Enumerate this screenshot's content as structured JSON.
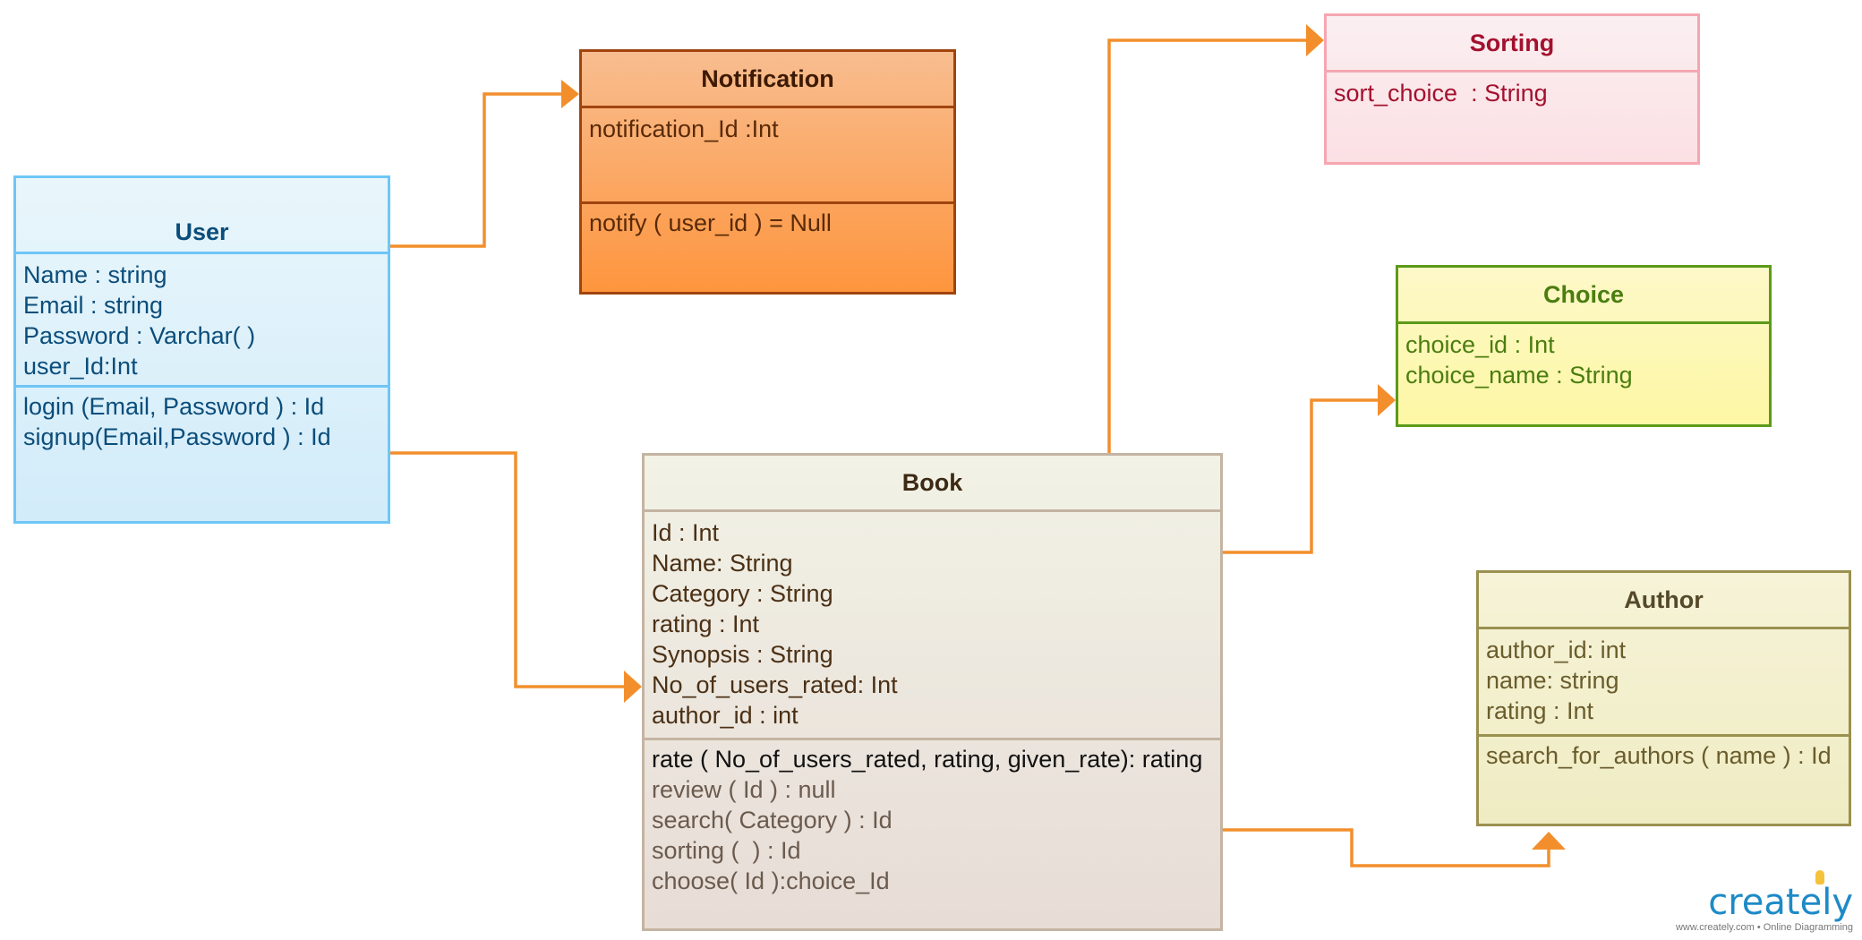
{
  "colors": {
    "connector": "#f28f2c"
  },
  "classes": {
    "user": {
      "name": "User",
      "attributes": [
        "Name : string",
        "Email : string",
        "Password : Varchar( )",
        "user_Id:Int"
      ],
      "methods": [
        "login (Email, Password ) : Id",
        "signup(Email,Password ) : Id"
      ]
    },
    "notification": {
      "name": "Notification",
      "attributes": [
        "notification_Id :Int"
      ],
      "methods": [
        "notify ( user_id ) = Null"
      ]
    },
    "sorting": {
      "name": "Sorting",
      "attributes": [
        "sort_choice  : String"
      ]
    },
    "choice": {
      "name": "Choice",
      "attributes": [
        "choice_id : Int",
        "choice_name : String"
      ]
    },
    "book": {
      "name": "Book",
      "attributes": [
        "Id : Int",
        "Name: String",
        "Category : String",
        "rating : Int",
        "Synopsis : String",
        "No_of_users_rated: Int",
        "author_id : int"
      ],
      "methods": [
        "rate ( No_of_users_rated, rating, given_rate): rating",
        "review ( Id ) : null",
        "search( Category ) : Id",
        "sorting (  ) : Id",
        "choose( Id ):choice_Id"
      ]
    },
    "author": {
      "name": "Author",
      "attributes": [
        "author_id: int",
        "name: string",
        "rating : Int"
      ],
      "methods": [
        "search_for_authors ( name ) : Id"
      ]
    }
  },
  "logo": {
    "word": "creately",
    "tagline": "www.creately.com • Online Diagramming"
  }
}
